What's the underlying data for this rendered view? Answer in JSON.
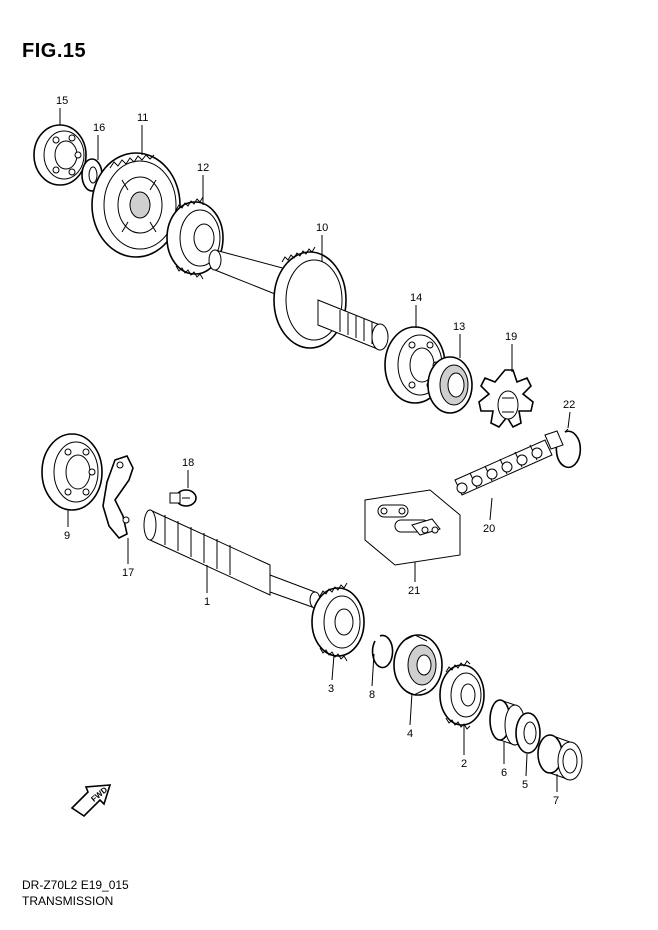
{
  "figure": {
    "title": "FIG.15",
    "code": "DR-Z70L2 E19_015",
    "name": "TRANSMISSION",
    "fwd_label": "FWD"
  },
  "callouts": [
    "1",
    "2",
    "3",
    "4",
    "5",
    "6",
    "7",
    "8",
    "9",
    "10",
    "11",
    "12",
    "13",
    "14",
    "15",
    "16",
    "17",
    "18",
    "19",
    "20",
    "21",
    "22"
  ]
}
